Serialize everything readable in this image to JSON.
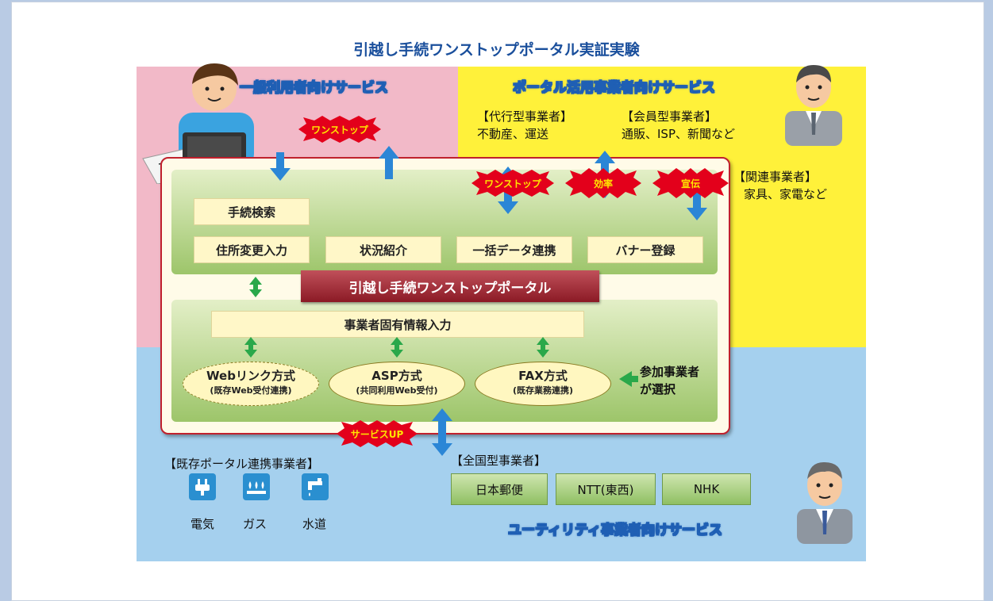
{
  "title": "引越し手続ワンストップポータル実証実験",
  "services": {
    "general": "一般利用者向けサービス",
    "portal_business": "ポータル活用事業者向けサービス",
    "utility": "ユーティリティ事業者向けサービス"
  },
  "business_types": {
    "agency_title": "【代行型事業者】",
    "agency_items": "不動産、運送",
    "member_title": "【会員型事業者】",
    "member_items": "通販、ISP、新聞など",
    "related_title": "【関連事業者】",
    "related_items": "家具、家電など"
  },
  "badges": {
    "onestop_left": "ワンストップ",
    "onestop_right": "ワンストップ",
    "efficiency": "効率",
    "promotion": "宣伝",
    "service_up": "サービスUP"
  },
  "functions": {
    "search": "手続検索",
    "address_change": "住所変更入力",
    "status": "状況紹介",
    "bulk_data": "一括データ連携",
    "banner": "バナー登録"
  },
  "portal_title": "引越し手続ワンストップポータル",
  "business_info_input": "事業者固有情報入力",
  "methods": [
    {
      "name": "Webリンク方式",
      "sub": "(既存Web受付連携)"
    },
    {
      "name": "ASP方式",
      "sub": "(共同利用Web受付)"
    },
    {
      "name": "FAX方式",
      "sub": "(既存業務連携)"
    }
  ],
  "participant_selection": {
    "line1": "参加事業者",
    "line2": "が選択"
  },
  "existing_portal": {
    "title": "【既存ポータル連携事業者】",
    "items": [
      "電気",
      "ガス",
      "水道"
    ],
    "icons": [
      "plug-icon",
      "gas-flame-icon",
      "water-faucet-icon"
    ]
  },
  "national": {
    "title": "【全国型事業者】",
    "items": [
      "日本郵便",
      "NTT(東西)",
      "NHK"
    ]
  },
  "colors": {
    "title": "#1a4f9c",
    "pink_zone": "#f2b9c8",
    "yellow_zone": "#fff13a",
    "blue_zone": "#a5d0ee",
    "portal_border": "#c0202d",
    "arrow_blue": "#2b86d6",
    "arrow_green": "#2aa84a",
    "badge_red": "#e3001b"
  }
}
